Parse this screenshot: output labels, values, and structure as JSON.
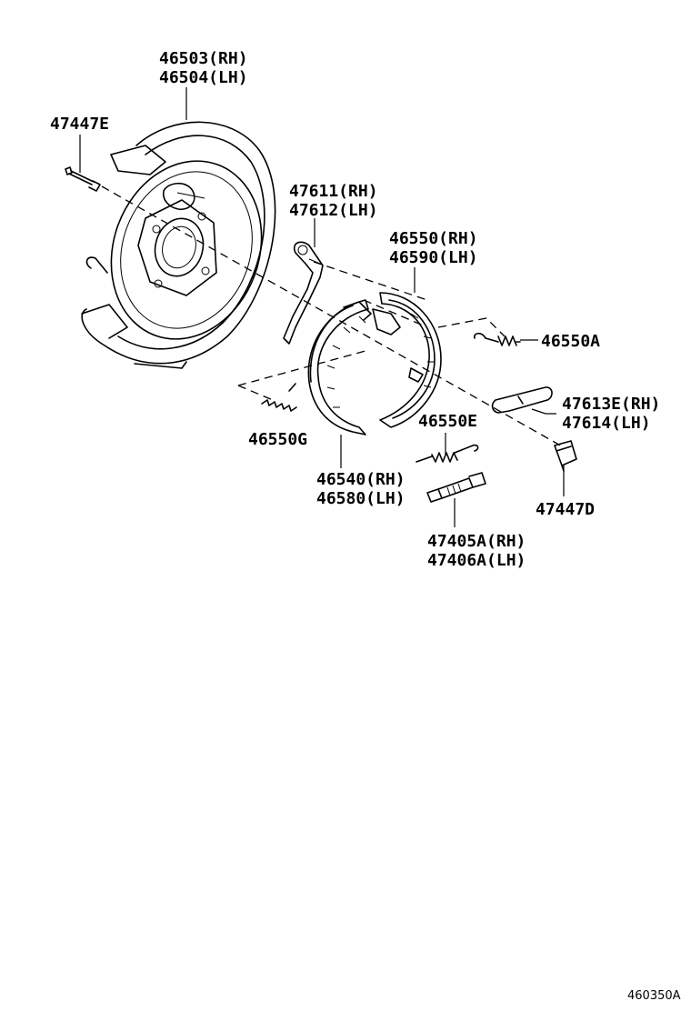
{
  "labels": {
    "backing_plate_rh": "46503(RH)",
    "backing_plate_lh": "46504(LH)",
    "bolt": "47447E",
    "lever_rh": "47611(RH)",
    "lever_lh": "47612(LH)",
    "shoe_rear_rh": "46550(RH)",
    "shoe_rear_lh": "46590(LH)",
    "spring_a": "46550A",
    "strut_rh": "47613E(RH)",
    "strut_lh": "47614(LH)",
    "spring_g": "46550G",
    "spring_e": "46550E",
    "shoe_front_rh": "46540(RH)",
    "shoe_front_lh": "46580(LH)",
    "adjuster_rh": "47405A(RH)",
    "adjuster_lh": "47406A(LH)",
    "plug": "47447D"
  },
  "figure_ref": "460350A"
}
